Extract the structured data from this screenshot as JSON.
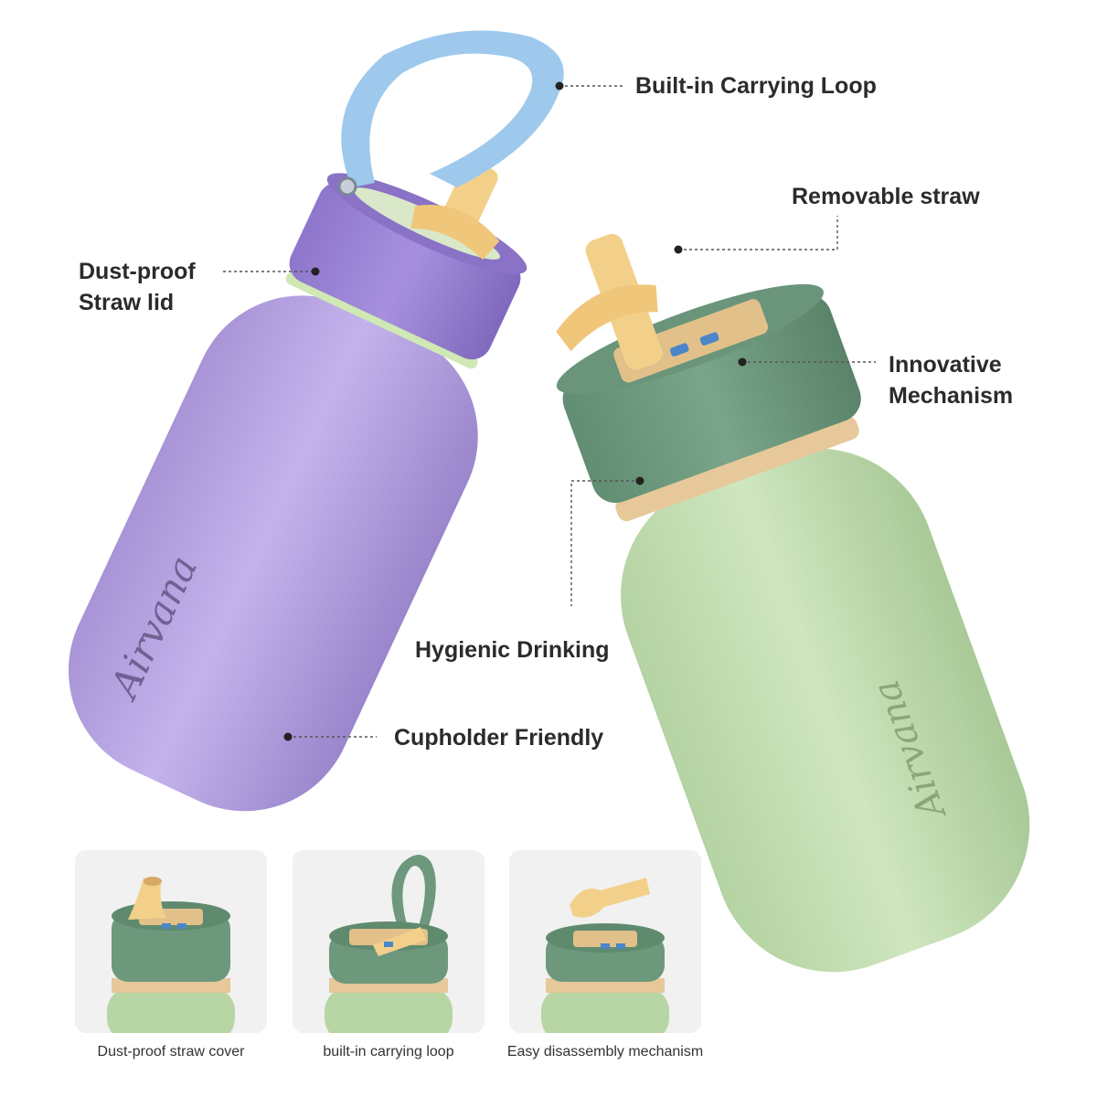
{
  "callouts": {
    "carrying_loop": "Built-in Carrying Loop",
    "removable_straw": "Removable straw",
    "dust_proof_line1": "Dust-proof",
    "dust_proof_line2": "Straw lid",
    "innovative_line1": "Innovative",
    "innovative_line2": "Mechanism",
    "hygienic": "Hygienic Drinking",
    "cupholder": "Cupholder Friendly"
  },
  "cards": [
    {
      "caption": "Dust-proof straw cover"
    },
    {
      "caption": "built-in carrying loop"
    },
    {
      "caption": "Easy disassembly mechanism"
    }
  ],
  "colors": {
    "purple_bottle": "#b9a6e6",
    "purple_lid": "#9b84d6",
    "green_bottle": "#c2ddb0",
    "green_lid": "#6e9a7e",
    "loop_blue": "#9ec9ec",
    "straw_yellow": "#f3d08a",
    "leader_line": "#555555"
  }
}
